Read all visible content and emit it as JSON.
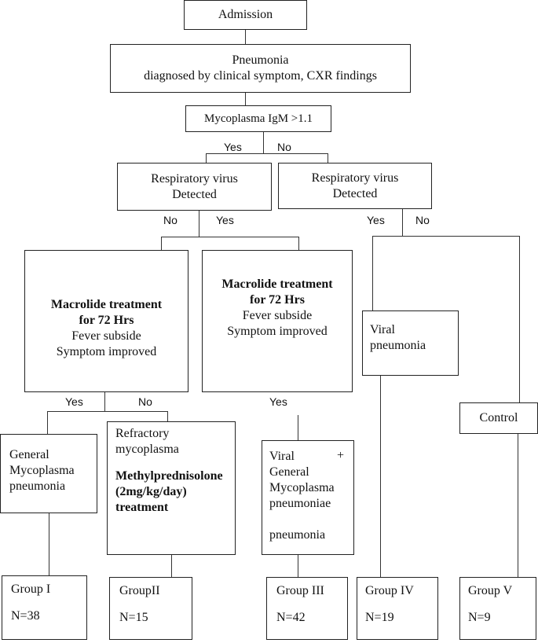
{
  "admission": "Admission",
  "pneumonia": {
    "line1": "Pneumonia",
    "line2": "diagnosed by clinical symptom, CXR findings"
  },
  "mycoplasma_igm": "Mycoplasma IgM >1.1",
  "labels": {
    "yes": "Yes",
    "no": "No"
  },
  "resp_virus_left": {
    "line1": "Respiratory virus",
    "line2": "Detected"
  },
  "resp_virus_right": {
    "line1": "Respiratory virus",
    "line2": "Detected"
  },
  "macrolide_left": {
    "line1": "Macrolide treatment",
    "line2": "for 72 Hrs",
    "line3": "Fever subside",
    "line4": "Symptom improved"
  },
  "macrolide_right": {
    "line1": "Macrolide treatment",
    "line2": "for 72 Hrs",
    "line3": "Fever subside",
    "line4": "Symptom improved"
  },
  "viral_pneumonia": {
    "line1": "Viral",
    "line2": "pneumonia"
  },
  "control": "Control",
  "general_mp": {
    "line1": "General",
    "line2": "Mycoplasma",
    "line3": "pneumonia"
  },
  "refractory": {
    "line1": "Refractory",
    "line2": "mycoplasma",
    "line3": "Methylprednisolone",
    "line4": "(2mg/kg/day)",
    "line5": "treatment"
  },
  "viral_general": {
    "line1": "Viral",
    "plus": "+",
    "line2": "General",
    "line3": "Mycoplasma",
    "line4": "pneumoniae",
    "line5": "pneumonia"
  },
  "groups": [
    {
      "name": "Group I",
      "n": "N=38"
    },
    {
      "name": "GroupII",
      "n": "N=15"
    },
    {
      "name": "Group III",
      "n": "N=42"
    },
    {
      "name": "Group IV",
      "n": "N=19"
    },
    {
      "name": "Group V",
      "n": "N=9"
    }
  ]
}
